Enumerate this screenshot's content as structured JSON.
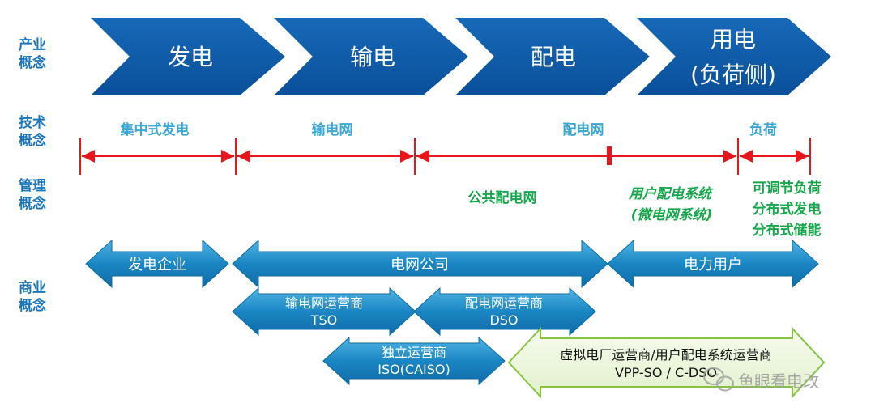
{
  "row_labels": {
    "industry": [
      "产业",
      "概念"
    ],
    "technology": [
      "技术",
      "概念"
    ],
    "management": [
      "管理",
      "概念"
    ],
    "business": [
      "商业",
      "概念"
    ]
  },
  "chain": {
    "stage1": "发电",
    "stage2": "输电",
    "stage3": "配电",
    "stage4_line1": "用电",
    "stage4_line2": "(负荷侧)"
  },
  "technology": {
    "centralized_generation": "集中式发电",
    "transmission_grid": "输电网",
    "distribution_grid": "配电网",
    "load": "负荷"
  },
  "management": {
    "public_distribution": "公共配电网",
    "user_distribution_line1": "用户配电系统",
    "user_distribution_line2": "(微电网系统)",
    "adjustable_load": "可调节负荷",
    "distributed_generation": "分布式发电",
    "distributed_storage": "分布式储能"
  },
  "business": {
    "gen_company": "发电企业",
    "grid_company": "电网公司",
    "power_user": "电力用户",
    "tso_line1": "输电网运营商",
    "tso_line2": "TSO",
    "dso_line1": "配电网运营商",
    "dso_line2": "DSO",
    "iso_line1": "独立运营商",
    "iso_line2": "ISO(CAISO)",
    "vpp_line1": "虚拟电厂运营商/用户配电系统运营商",
    "vpp_line2": "VPP-SO / C-DSO"
  },
  "watermark": "鱼眼看电改",
  "colors": {
    "chevron_blue": "#0e5aa7",
    "arrow_blue": "#1d8fc9",
    "red": "#e8161b",
    "green_fill": "#ecf6dc",
    "green_stroke": "#86c440"
  }
}
